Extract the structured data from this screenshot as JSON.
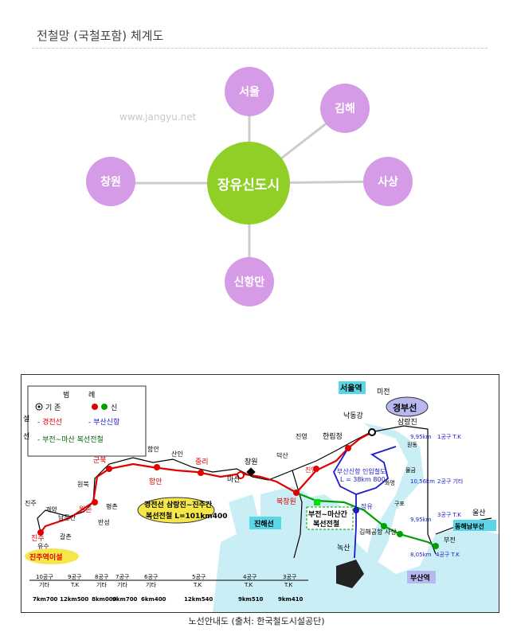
{
  "header": {
    "title": "전철망 (국철포함) 체계도"
  },
  "watermark": "www.jangyu.net",
  "hub": {
    "center": "장유신도시",
    "nodes": [
      "서울",
      "김해",
      "사상",
      "신항만",
      "창원"
    ]
  },
  "map": {
    "legend": {
      "title_left": "범",
      "title_right": "례",
      "existing": "기 존",
      "new": "신",
      "side_label_top": "설",
      "side_label_bottom": "선",
      "items": [
        "- 경전선",
        "- 부산신항",
        "- 부전~마산 복선전철"
      ]
    },
    "labels": {
      "seoul": "서울역",
      "miryang": "미전",
      "nakdong": "낙동강",
      "gyeongbu": "경부선",
      "samnangjin": "삼랑진",
      "hallim": "한림정",
      "jinyoung": "진영",
      "deoksan": "덕산",
      "changwon": "창원",
      "masan": "마산",
      "jungni": "중리",
      "haman": "함안",
      "sansin": "산인",
      "haman2": "함안",
      "gunbuk": "군북",
      "wonbuk": "원북",
      "pyeongchon": "평촌",
      "wolchon": "월촌",
      "banseong": "반성",
      "jinju": "진주",
      "jinju_station": "진주역이설",
      "gaeyang": "개양",
      "namgang": "남문산",
      "galchon": "갈촌",
      "yusu": "유수",
      "jinju_small": "진주",
      "bukchangwon": "북창원",
      "jinhae": "진해선",
      "bujeon_masan": "부전~마산간",
      "bujeon_masan2": "복선전철",
      "jangyu": "장유",
      "jinyeong_red": "진영",
      "busan_newport": "부산신항 인입철도",
      "busan_newport_len": "L = 38km 800",
      "hwamyeong": "화명",
      "gupo": "구포",
      "mulgeum": "물금",
      "wondong": "원동",
      "saang": "사상",
      "gimhae_airport": "김해공항",
      "noksan": "녹산",
      "busan_station": "부산역",
      "bujeon": "부전",
      "ulsan": "울산",
      "donghae": "동해남부선",
      "gyeongjeon_box1": "경전선 삼랑진~진주간",
      "gyeongjeon_box2": "복선전철 L=101km400",
      "dist1": "9,95km",
      "dist2": "10,56km",
      "dist3": "9,95km",
      "dist4": "8,05km",
      "tk1": "1공구 T.K",
      "tk2": "2공구 기타",
      "tk3": "3공구 T.K",
      "tk4": "4공구 T.K"
    },
    "bottom_sections": [
      {
        "a": "10공구",
        "b": "기타",
        "km": "7km700"
      },
      {
        "a": "9공구",
        "b": "T.K",
        "km": "12km500"
      },
      {
        "a": "8공구",
        "b": "기타",
        "km": "8km000"
      },
      {
        "a": "7공구",
        "b": "기타",
        "km": "9km700"
      },
      {
        "a": "6공구",
        "b": "기타",
        "km": "6km400"
      },
      {
        "a": "5공구",
        "b": "T.K",
        "km": "12km540"
      },
      {
        "a": "4공구",
        "b": "T.K",
        "km": "9km510"
      },
      {
        "a": "3공구",
        "b": "T.K",
        "km": "9km410"
      }
    ]
  },
  "caption": "노선안내도 (출처: 한국철도시설공단)",
  "colors": {
    "node": "#d69be6",
    "center": "#8fcf26",
    "link": "#cccccc",
    "red_line": "#e00000",
    "green_line": "#00a000",
    "blue_line": "#1a1acc",
    "water": "#c9eef6"
  }
}
